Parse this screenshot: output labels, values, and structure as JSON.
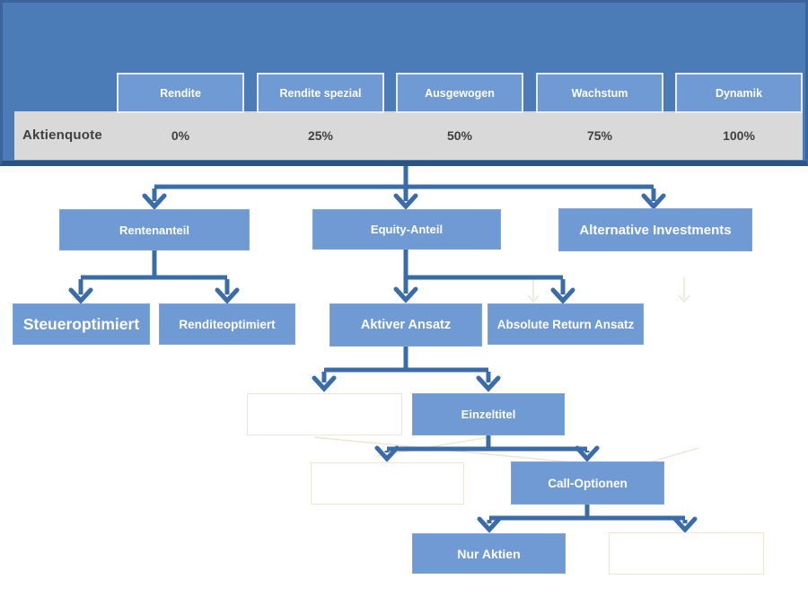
{
  "palette": {
    "banner_bg": "#4b7cb8",
    "banner_border": "#3b659a",
    "banner_border_bottom": "#2d5480",
    "profile_button_fill": "#6f9ad3",
    "profile_button_border": "#e8edf5",
    "quota_row_bg": "#d9d9d9",
    "quota_text": "#3f3f3f",
    "node_fill": "#6f9ad3",
    "node_text": "#ffffff",
    "arrow": "#3a6ca9",
    "ghost_line": "#ece5d3",
    "empty_node_border": "#ece6d6"
  },
  "banner": {
    "row_label": "Aktienquote",
    "profiles": [
      {
        "label": "Rendite",
        "equity_quota": "0%"
      },
      {
        "label": "Rendite spezial",
        "equity_quota": "25%"
      },
      {
        "label": "Ausgewogen",
        "equity_quota": "50%"
      },
      {
        "label": "Wachstum",
        "equity_quota": "75%"
      },
      {
        "label": "Dynamik",
        "equity_quota": "100%"
      }
    ]
  },
  "tree": {
    "nodes": {
      "rentenanteil": "Rentenanteil",
      "equity_anteil": "Equity-Anteil",
      "alternative_investments": "Alternative Investments",
      "steueroptimiert": "Steueroptimiert",
      "renditeoptimiert": "Renditeoptimiert",
      "aktiver_ansatz": "Aktiver Ansatz",
      "absolute_return_ansatz": "Absolute Return Ansatz",
      "einzeltitel": "Einzeltitel",
      "call_optionen": "Call-Optionen",
      "nur_aktien": "Nur Aktien",
      "empty_1": "",
      "empty_2": "",
      "empty_3": ""
    },
    "edges": [
      {
        "from": "profile-banner",
        "to": [
          "rentenanteil",
          "equity_anteil",
          "alternative_investments"
        ]
      },
      {
        "from": "rentenanteil",
        "to": [
          "steueroptimiert",
          "renditeoptimiert"
        ]
      },
      {
        "from": "equity_anteil",
        "to": [
          "aktiver_ansatz",
          "absolute_return_ansatz"
        ]
      },
      {
        "from": "aktiver_ansatz",
        "to": [
          "empty_1",
          "einzeltitel"
        ]
      },
      {
        "from": "einzeltitel",
        "to": [
          "empty_2",
          "call_optionen"
        ]
      },
      {
        "from": "call_optionen",
        "to": [
          "nur_aktien",
          "empty_3"
        ]
      }
    ]
  }
}
